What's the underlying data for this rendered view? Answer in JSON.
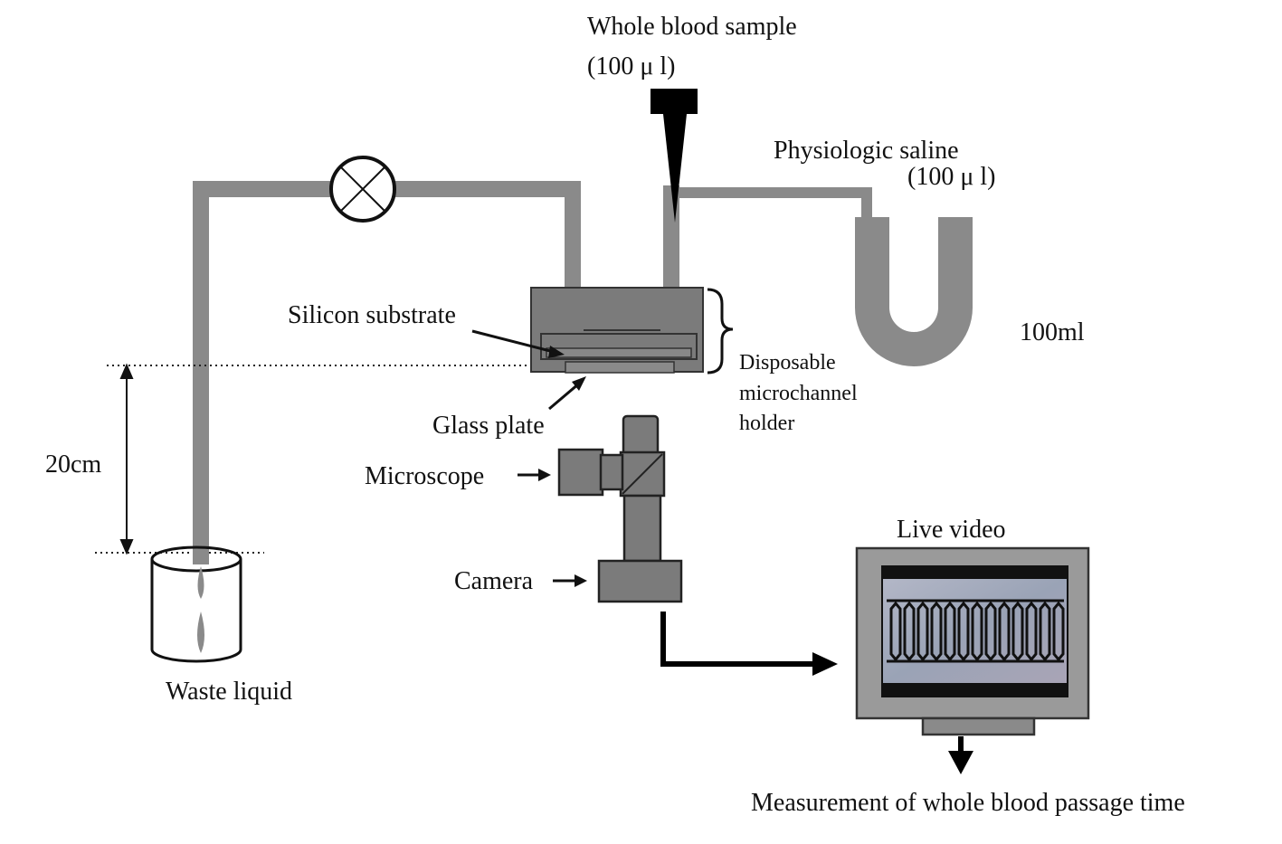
{
  "labels": {
    "whole_blood_sample": "Whole blood sample",
    "whole_blood_volume": "(100 μ l)",
    "physiologic_saline": "Physiologic saline",
    "saline_volume": "(100 μ l)",
    "saline_reservoir_volume": "100ml",
    "silicon_substrate": "Silicon substrate",
    "disposable_line1": "Disposable",
    "disposable_line2": "microchannel",
    "disposable_line3": "holder",
    "glass_plate": "Glass plate",
    "microscope": "Microscope",
    "camera": "Camera",
    "height": "20cm",
    "waste_liquid": "Waste liquid",
    "live_video": "Live video",
    "measurement": "Measurement of whole blood passage time"
  },
  "colors": {
    "tube": "#8a8a8a",
    "device": "#777777",
    "monitor_frame": "#9a9a9a",
    "video_tint": "#9aa3b6"
  }
}
